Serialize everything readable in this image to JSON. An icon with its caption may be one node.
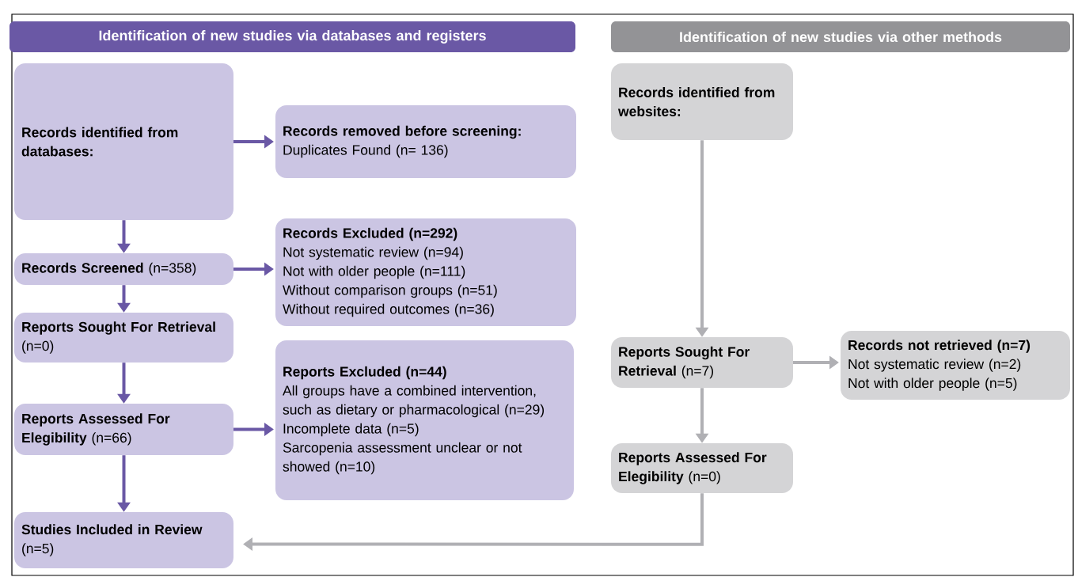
{
  "diagram": {
    "nodes": [
      {
        "text": [
          "Identification of new studies via databases and registers"
        ]
      },
      {
        "text": [
          "Identification of new studies via other methods"
        ]
      },
      {
        "text": [
          "Records identified from databases:"
        ]
      },
      {
        "text": [
          "Records removed before screening:",
          "Duplicates Found (n= 136)"
        ]
      },
      {
        "text": [
          "**Records Screened** (n=358)"
        ]
      },
      {
        "text": [
          "Records Excluded (n=292)",
          "Not systematic review (n=94)",
          "Not with older people (n=111)",
          "Without comparison groups (n=51)",
          "Without required outcomes (n=36)"
        ]
      },
      {
        "text": [
          "**Reports Sought For Retrieval** (n=0)"
        ]
      },
      {
        "text": [
          "Reports Excluded (n=44)",
          "All groups have a combined intervention, such as dietary or pharmacological (n=29)",
          "Incomplete data (n=5)",
          "Sarcopenia assessment unclear or not showed (n=10)"
        ]
      },
      {
        "text": [
          "**Reports Assessed For Elegibility** (n=66)"
        ]
      },
      {
        "text": [
          "**Studies Included in Review** (n=5)"
        ]
      },
      {
        "text": [
          "Records identified from websites:"
        ]
      },
      {
        "text": [
          "**Reports Sought For Retrieval** (n=7)"
        ]
      },
      {
        "text": [
          "Records not retrieved (n=7)",
          "Not systematic review (n=2)",
          "Not with older people (n=5)"
        ]
      },
      {
        "text": [
          "**Reports Assessed For Elegibility** (n=0)"
        ]
      }
    ],
    "edges": [
      {
        "from": 2,
        "to": 3,
        "arrow": "to"
      },
      {
        "from": 2,
        "to": 4,
        "arrow": "to"
      },
      {
        "from": 4,
        "to": 5,
        "arrow": "to"
      },
      {
        "from": 4,
        "to": 6,
        "arrow": "to"
      },
      {
        "from": 6,
        "to": 8,
        "arrow": "to"
      },
      {
        "from": 8,
        "to": 7,
        "arrow": "to"
      },
      {
        "from": 8,
        "to": 9,
        "arrow": "to"
      },
      {
        "from": 10,
        "to": 11,
        "arrow": "to",
        "color": "#b0b0b4"
      },
      {
        "from": 11,
        "to": 12,
        "arrow": "to",
        "color": "#b0b0b4"
      },
      {
        "from": 11,
        "to": 13,
        "arrow": "to",
        "color": "#b0b0b4"
      },
      {
        "from": 13,
        "to": 9,
        "arrow": "to",
        "color": "#b0b0b4"
      }
    ]
  }
}
